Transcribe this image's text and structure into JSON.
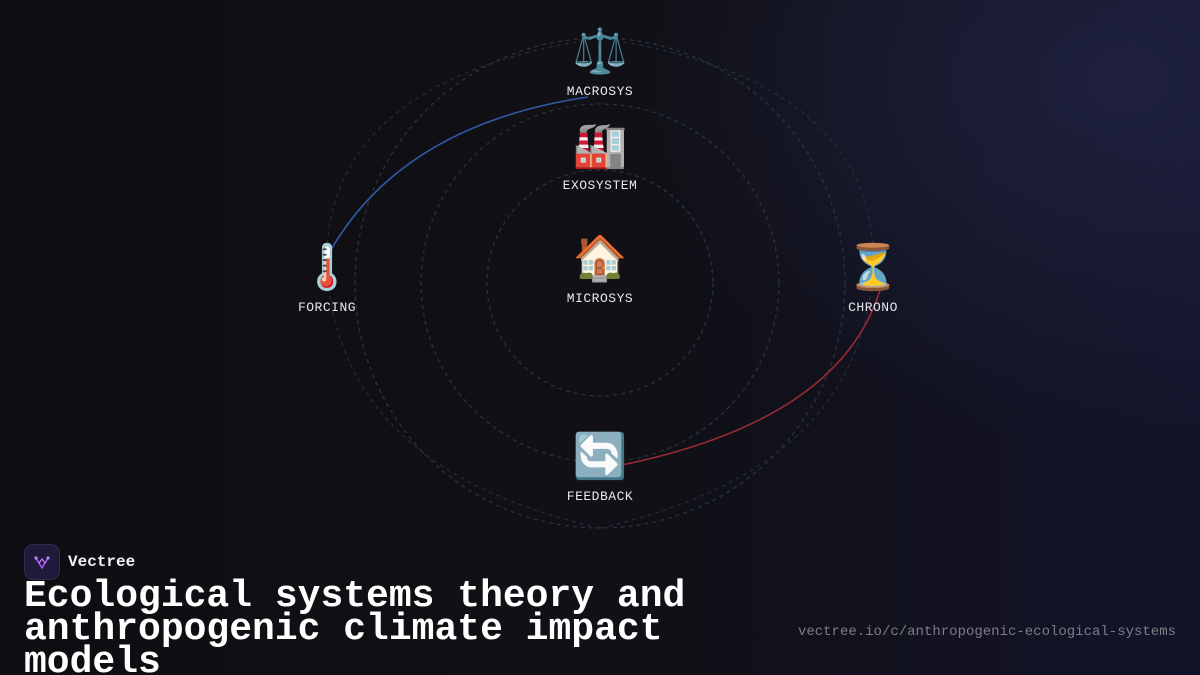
{
  "nodes": [
    {
      "id": "macrosys",
      "label": "MACROSYS",
      "emoji": "⚖️",
      "icon": "balance-scale-icon"
    },
    {
      "id": "exosystem",
      "label": "EXOSYSTEM",
      "emoji": "🏭",
      "icon": "factory-icon"
    },
    {
      "id": "microsys",
      "label": "MICROSYS",
      "emoji": "🏠",
      "icon": "house-icon"
    },
    {
      "id": "forcing",
      "label": "FORCING",
      "emoji": "🌡️",
      "icon": "thermometer-icon"
    },
    {
      "id": "chrono",
      "label": "CHRONO",
      "emoji": "⏳",
      "icon": "hourglass-icon"
    },
    {
      "id": "feedback",
      "label": "FEEDBACK",
      "emoji": "🔄",
      "icon": "cycle-arrows-icon"
    }
  ],
  "connections": [
    {
      "from": "forcing",
      "to": "macrosys",
      "color": "#2f5aa8"
    },
    {
      "from": "chrono",
      "to": "feedback",
      "color": "#9a2a36"
    }
  ],
  "brand": {
    "name": "Vectree"
  },
  "title": "Ecological systems theory and anthropogenic climate impact models",
  "url": "vectree.io/c/anthropogenic-ecological-systems"
}
